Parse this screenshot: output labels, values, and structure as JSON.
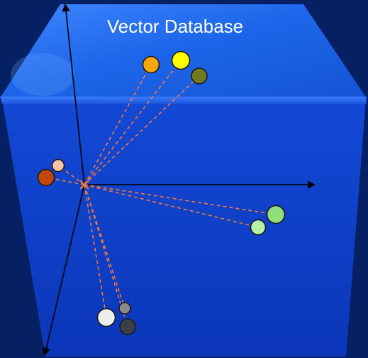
{
  "title": "Vector Database",
  "colors": {
    "background": "#052163",
    "cube_front": "#0c3ec9",
    "cube_top": "#1a63e8",
    "axis": "#000000",
    "link": "#f07a3a"
  },
  "points": [
    {
      "name": "point-orange",
      "fill": "#f8a806"
    },
    {
      "name": "point-yellow",
      "fill": "#ffff00"
    },
    {
      "name": "point-olive",
      "fill": "#6f7b1e"
    },
    {
      "name": "point-peach",
      "fill": "#f9c3a8"
    },
    {
      "name": "point-rust",
      "fill": "#c2470e"
    },
    {
      "name": "point-green",
      "fill": "#8fdf7a"
    },
    {
      "name": "point-light-green",
      "fill": "#b8efa8"
    },
    {
      "name": "point-white",
      "fill": "#eeeeee"
    },
    {
      "name": "point-gray",
      "fill": "#8a8a8a"
    },
    {
      "name": "point-dark-gray",
      "fill": "#3b3f47"
    }
  ]
}
